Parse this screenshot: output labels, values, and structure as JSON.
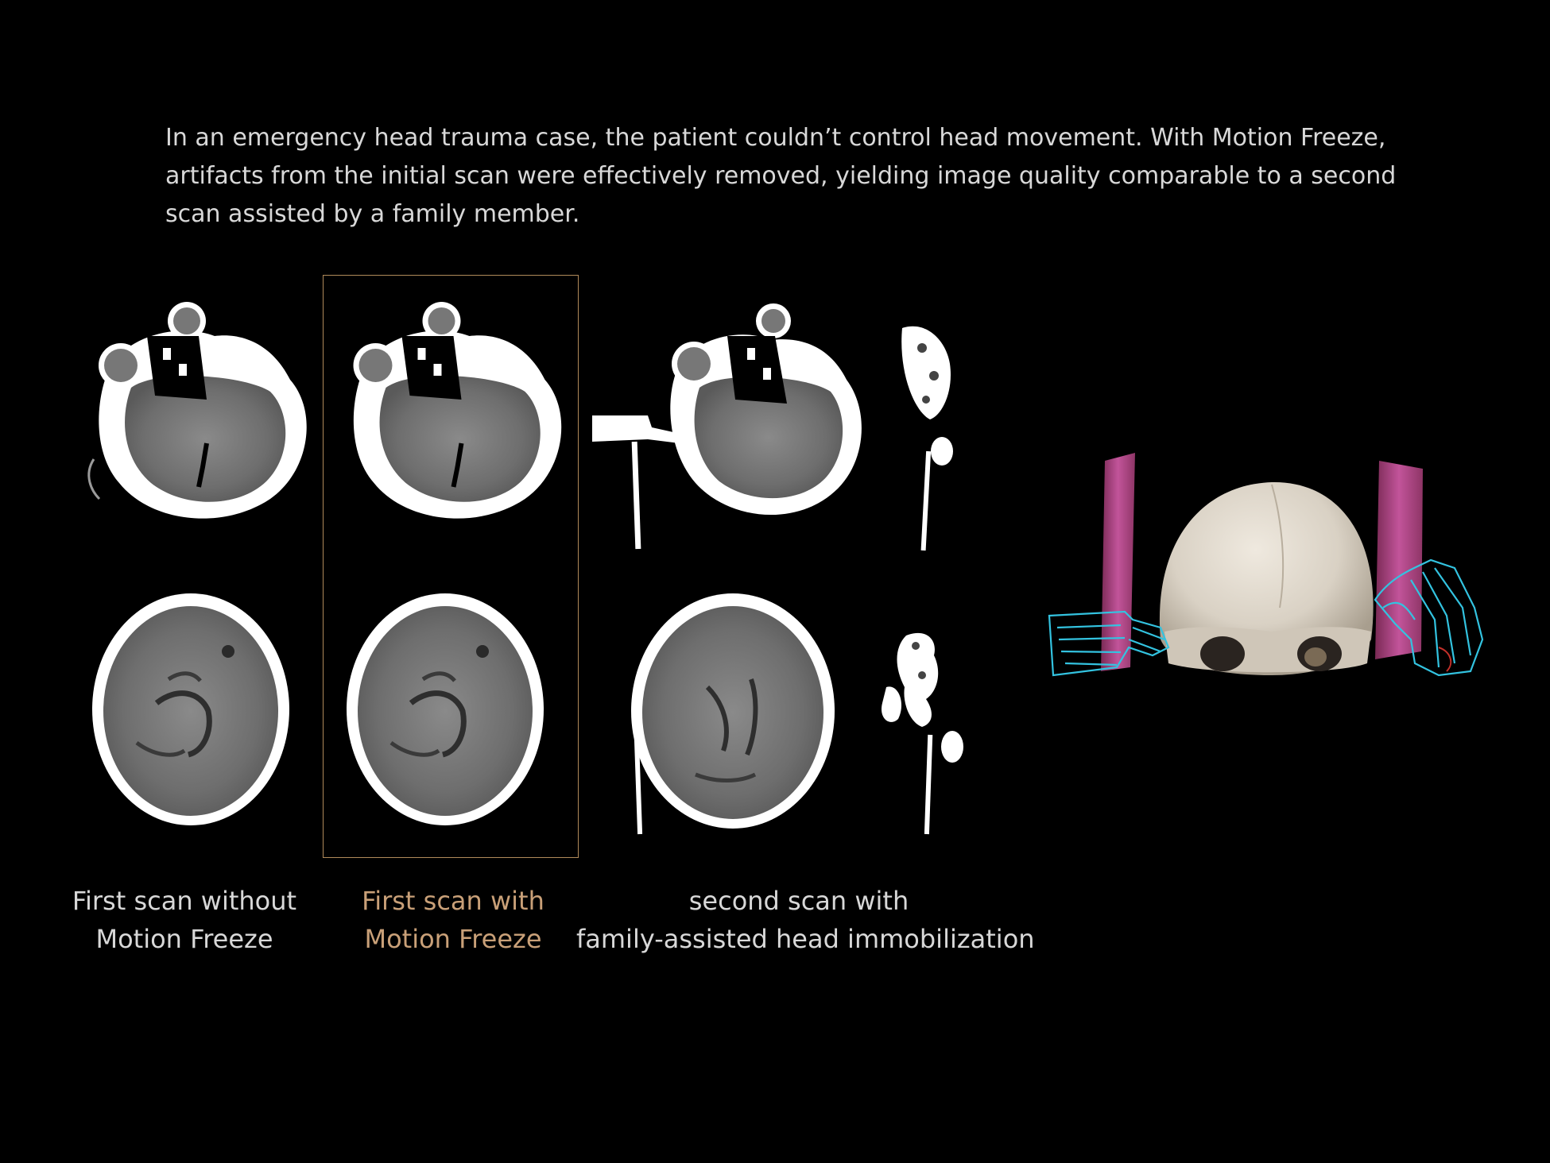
{
  "intro": {
    "line1": "In an emergency head trauma case, the patient couldn’t control head movement. With Motion Freeze,",
    "line2": "artifacts from the initial scan were effectively removed, yielding image quality comparable to a second",
    "line3": "scan assisted by a family member."
  },
  "captions": {
    "first_without": {
      "line1": "First scan without",
      "line2": "Motion Freeze"
    },
    "first_with": {
      "line1": "First scan with",
      "line2": "Motion Freeze"
    },
    "second_with": {
      "line1": "second scan with",
      "line2": "family-assisted head immobilization"
    }
  },
  "colors": {
    "background": "#000000",
    "text": "#d8d8d8",
    "accent": "#c9a078",
    "frame": "#b08a5a",
    "skull": "#d9d1c4",
    "pad": "#b0407a",
    "hands": "#33c3e0"
  }
}
